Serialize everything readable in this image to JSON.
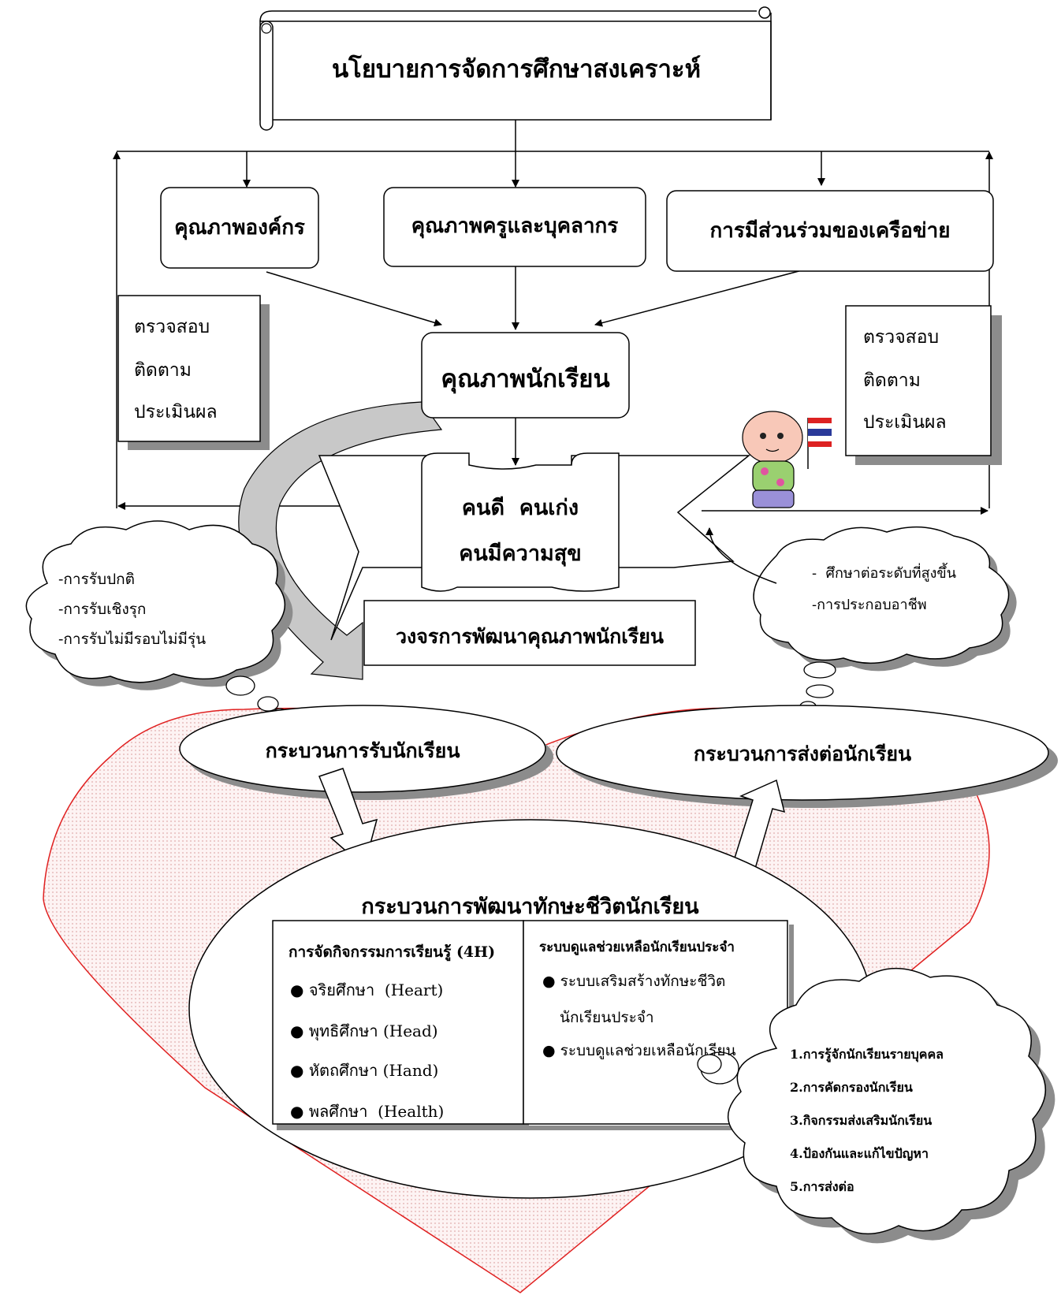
{
  "title": "นโยบายการจัดการศึกษาสงเคราะห์",
  "quality_boxes": {
    "org": "คุณภาพองค์กร",
    "teachers": "คุณภาพครูและบุคลากร",
    "network": "การมีส่วนร่วมของเครือข่าย"
  },
  "student_quality": "คุณภาพนักเรียน",
  "monitor_left": [
    "ตรวจสอบ",
    "ติดตาม",
    "ประเมินผล"
  ],
  "monitor_right": [
    "ตรวจสอบ",
    "ติดตาม",
    "ประเมินผล"
  ],
  "goal": [
    "คนดี  คนเก่ง",
    "คนมีความสุข"
  ],
  "cycle_label": "วงจรการพัฒนาคุณภาพนักเรียน",
  "admission_cloud": [
    "-การรับปกติ",
    "-การรับเชิงรุก",
    "-การรับไม่มีรอบไม่มีรุ่น"
  ],
  "transfer_cloud": [
    "-  ศึกษาต่อระดับที่สูงขึ้น",
    "-การประกอบอาชีพ"
  ],
  "admission_process": "กระบวนการรับนักเรียน",
  "transfer_process": "กระบวนการส่งต่อนักเรียน",
  "development": {
    "title": "กระบวนการพัฒนาทักษะชีวิตนักเรียน",
    "left_header": "การจัดกิจกรรมการเรียนรู้ (4H)",
    "left_items": [
      "จริยศึกษา  (Heart)",
      "พุทธิศึกษา (Head)",
      "หัตถศึกษา (Hand)",
      "พลศึกษา  (Health)"
    ],
    "right_header": "ระบบดูแลช่วยเหลือนักเรียนประจำ",
    "right_items": [
      "ระบบเสริมสร้างทักษะชีวิต",
      "นักเรียนประจำ",
      "ระบบดูแลช่วยเหลือนักเรียน"
    ]
  },
  "care_cloud": [
    "1.การรู้จักนักเรียนรายบุคคล",
    "2.การคัดกรองนักเรียน",
    "3.กิจกรรมส่งเสริมนักเรียน",
    "4.ป้องกันและแก้ไขปัญหา",
    "5.การส่งต่อ"
  ],
  "colors": {
    "heart_outline": "#e02020",
    "heart_fill": "#f6dede",
    "shadow": "#8c8c8c",
    "arc": "#c8c8c8"
  }
}
